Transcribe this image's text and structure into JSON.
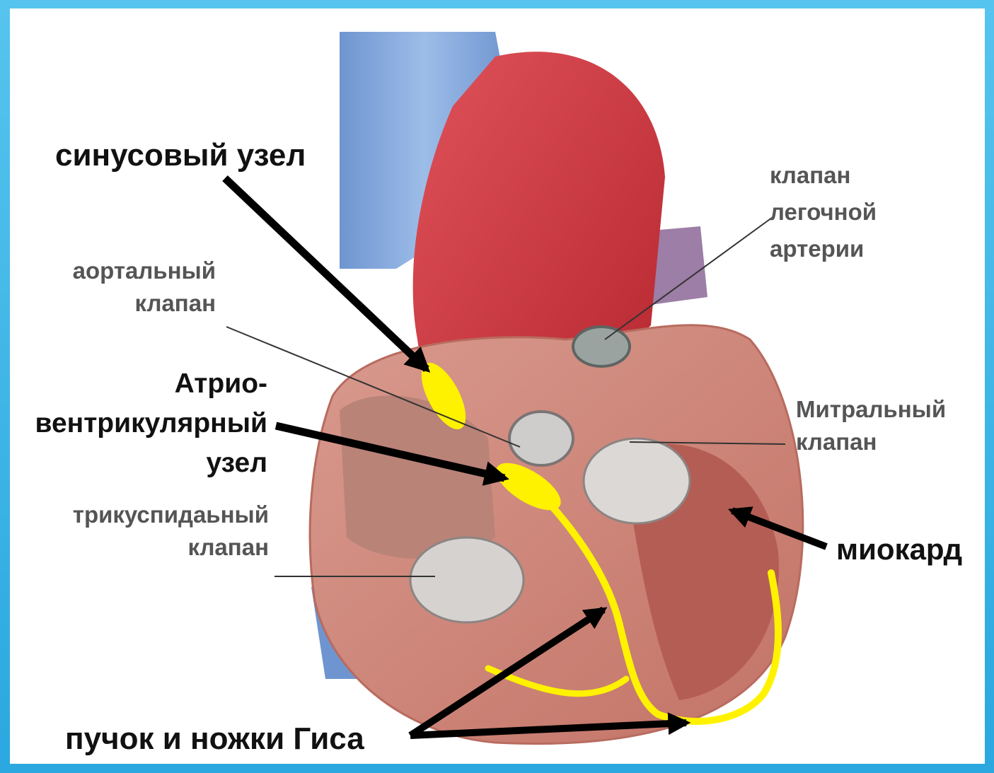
{
  "colors": {
    "frame": "#3fb6e6",
    "vein": "#86aee0",
    "aorta": "#d2414a",
    "muscle": "#e6a99c",
    "conduction": "#fff200",
    "arrow": "#000000",
    "label_dark": "#111111",
    "label_gray": "#555555"
  },
  "labels": {
    "sinus_node": "синусовый узел",
    "aortic_valve": [
      "аортальный",
      "клапан"
    ],
    "av_node": [
      "Атрио-",
      "вентрикулярный",
      "узел"
    ],
    "tricuspid_valve": [
      "трикуспидаьный",
      "клапан"
    ],
    "pulmonary_valve": [
      "клапан",
      "легочной",
      "артерии"
    ],
    "mitral_valve": [
      "Митральный",
      "клапан"
    ],
    "myocardium": "миокард",
    "his_bundle": "пучок и ножки Гиса"
  }
}
